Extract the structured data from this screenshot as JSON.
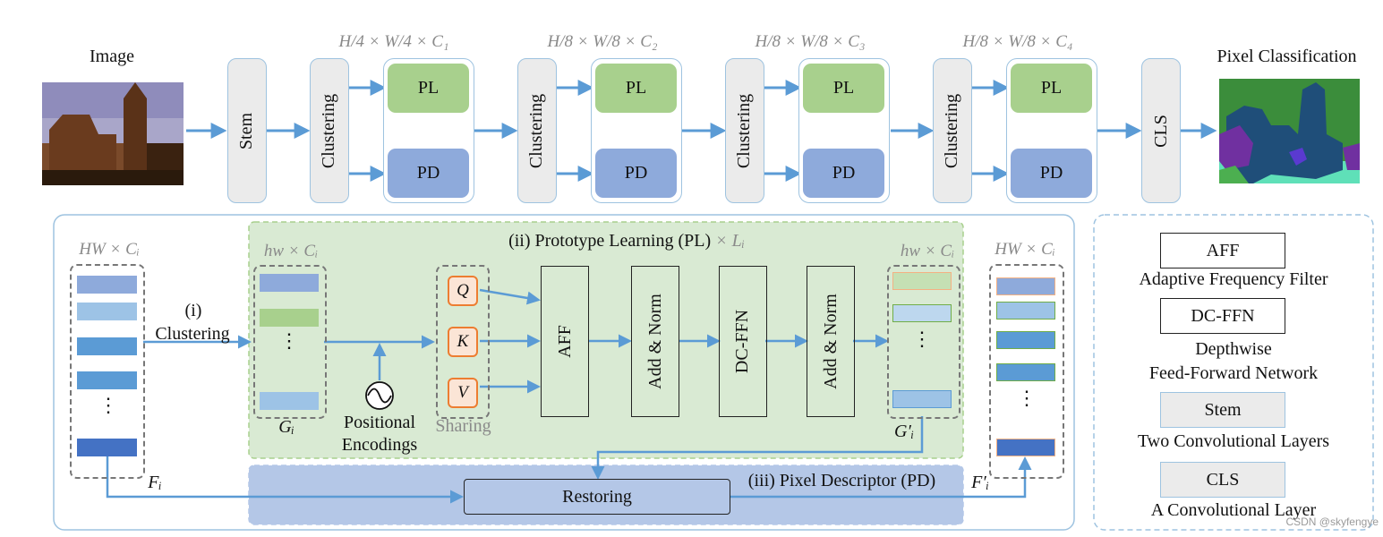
{
  "top": {
    "input_label": "Image",
    "output_label": "Pixel Classification",
    "stem_label": "Stem",
    "cls_label": "CLS",
    "stages": [
      {
        "dims": "H/4 × W/4 × C₁",
        "clustering": "Clustering",
        "pl": "PL",
        "pd": "PD"
      },
      {
        "dims": "H/8 × W/8 × C₂",
        "clustering": "Clustering",
        "pl": "PL",
        "pd": "PD"
      },
      {
        "dims": "H/8 × W/8 × C₃",
        "clustering": "Clustering",
        "pl": "PL",
        "pd": "PD"
      },
      {
        "dims": "H/8 × W/8 × C₄",
        "clustering": "Clustering",
        "pl": "PL",
        "pd": "PD"
      }
    ]
  },
  "detail": {
    "left_dims": "HW × Cᵢ",
    "clustering_step_num": "(i)",
    "clustering_step": "Clustering",
    "g_dims": "hw × Cᵢ",
    "g_label": "Gᵢ",
    "pe_line1": "Positional",
    "pe_line2": "Encodings",
    "pl_title": "(ii) Prototype Learning (PL)",
    "pl_times": " × Lᵢ",
    "q": "Q",
    "k": "K",
    "v": "V",
    "sharing": "Sharing",
    "aff": "AFF",
    "add_norm_1": "Add & Norm",
    "dcffn": "DC-FFN",
    "add_norm_2": "Add & Norm",
    "g_out_dims": "hw × Cᵢ",
    "g_out_label": "G′ᵢ",
    "right_dims": "HW × Cᵢ",
    "f_label": "Fᵢ",
    "f_out_label": "F′ᵢ",
    "pd_title": "(iii) Pixel Descriptor (PD)",
    "restoring": "Restoring",
    "ellipsis": "⋮"
  },
  "legend": {
    "items": [
      {
        "key": "AFF",
        "desc": [
          "Adaptive Frequency Filter"
        ]
      },
      {
        "key": "DC-FFN",
        "desc": [
          "Depthwise",
          "Feed-Forward Network"
        ]
      },
      {
        "key": "Stem",
        "desc": [
          "Two Convolutional Layers"
        ]
      },
      {
        "key": "CLS",
        "desc": [
          "A Convolutional Layer"
        ]
      }
    ]
  },
  "watermark": "CSDN @skyfengye",
  "colors": {
    "arrow": "#5b9bd5",
    "pl_green": "#a8d08d",
    "pd_blue": "#8eaadb",
    "gray_block": "#ebebeb",
    "light_green_bg": "#d9ead3",
    "light_blue_bg": "#b4c7e7",
    "qkv_orange": "#ed7d31"
  }
}
